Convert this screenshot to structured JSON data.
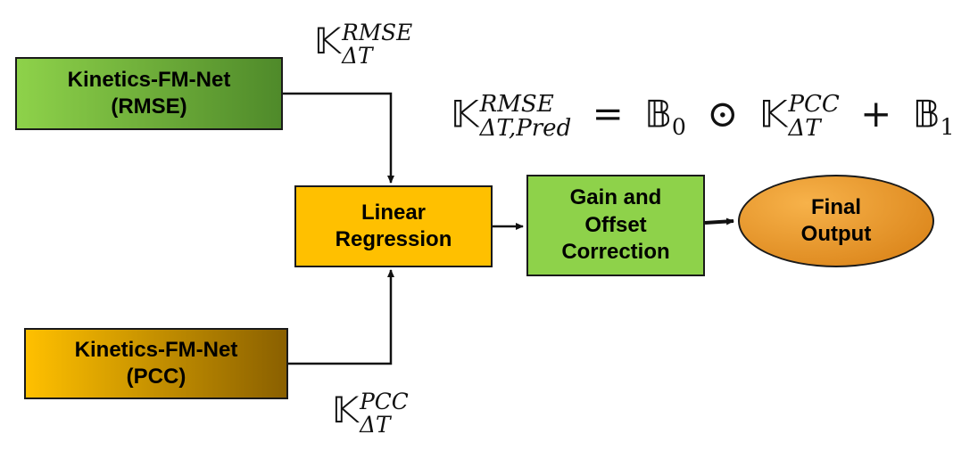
{
  "diagram": {
    "nodes": {
      "kinetics_rmse": {
        "line1": "Kinetics-FM-Net",
        "line2": "(RMSE)"
      },
      "kinetics_pcc": {
        "line1": "Kinetics-FM-Net",
        "line2": "(PCC)"
      },
      "linear_regression": {
        "line1": "Linear",
        "line2": "Regression"
      },
      "gain_offset": {
        "line1": "Gain and",
        "line2": "Offset",
        "line3": "Correction"
      },
      "final_output": {
        "line1": "Final",
        "line2": "Output"
      }
    },
    "labels": {
      "rmse_symbol": {
        "base": "𝕂",
        "sup": "RMSE",
        "sub": "ΔT"
      },
      "pcc_symbol": {
        "base": "𝕂",
        "sup": "PCC",
        "sub": "ΔT"
      }
    },
    "equation": {
      "lhs_base": "𝕂",
      "lhs_sup": "RMSE",
      "lhs_sub_delta": "ΔT",
      "lhs_sub_pred": ",Pred",
      "equals": "=",
      "b0_base": "𝔹",
      "b0_sub": "0",
      "odot": "⊙",
      "k_base": "𝕂",
      "k_sup": "PCC",
      "k_sub": "ΔT",
      "plus": "+",
      "b1_base": "𝔹",
      "b1_sub": "1"
    },
    "colors": {
      "green_light": "#8ed24a",
      "green_dark": "#4f8a2a",
      "yellow": "#ffc000",
      "yellow_dark": "#8a6000",
      "orange_light": "#f7b24a",
      "orange_dark": "#d67d12",
      "outline": "#1a1a1a"
    }
  }
}
